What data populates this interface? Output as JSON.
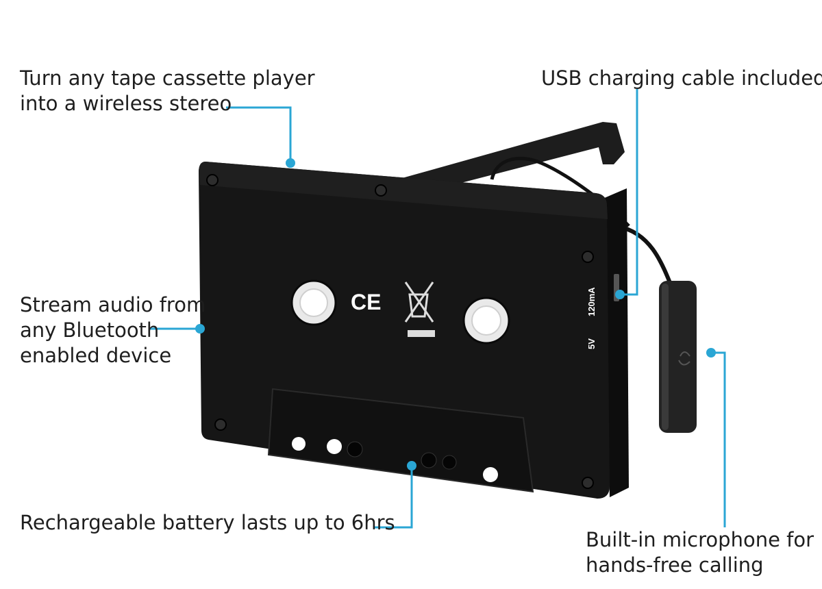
{
  "callouts": {
    "tape_player": {
      "lines": [
        "Turn any tape cassette player",
        "into a wireless stereo"
      ]
    },
    "usb_cable": {
      "lines": [
        "USB charging cable included"
      ]
    },
    "bluetooth": {
      "lines": [
        "Stream audio from",
        "any Bluetooth",
        "enabled device"
      ]
    },
    "battery": {
      "lines": [
        "Rechargeable battery lasts up to 6hrs"
      ]
    },
    "microphone": {
      "lines": [
        "Built-in microphone for",
        "hands-free calling"
      ]
    }
  },
  "device": {
    "markings": {
      "ce": "CE",
      "power_spec_volts": "5V",
      "power_spec_current": "120mA"
    }
  },
  "colors": {
    "accent": "#2aa6d4",
    "device_body": "#151515",
    "text": "#1e1e1e"
  }
}
